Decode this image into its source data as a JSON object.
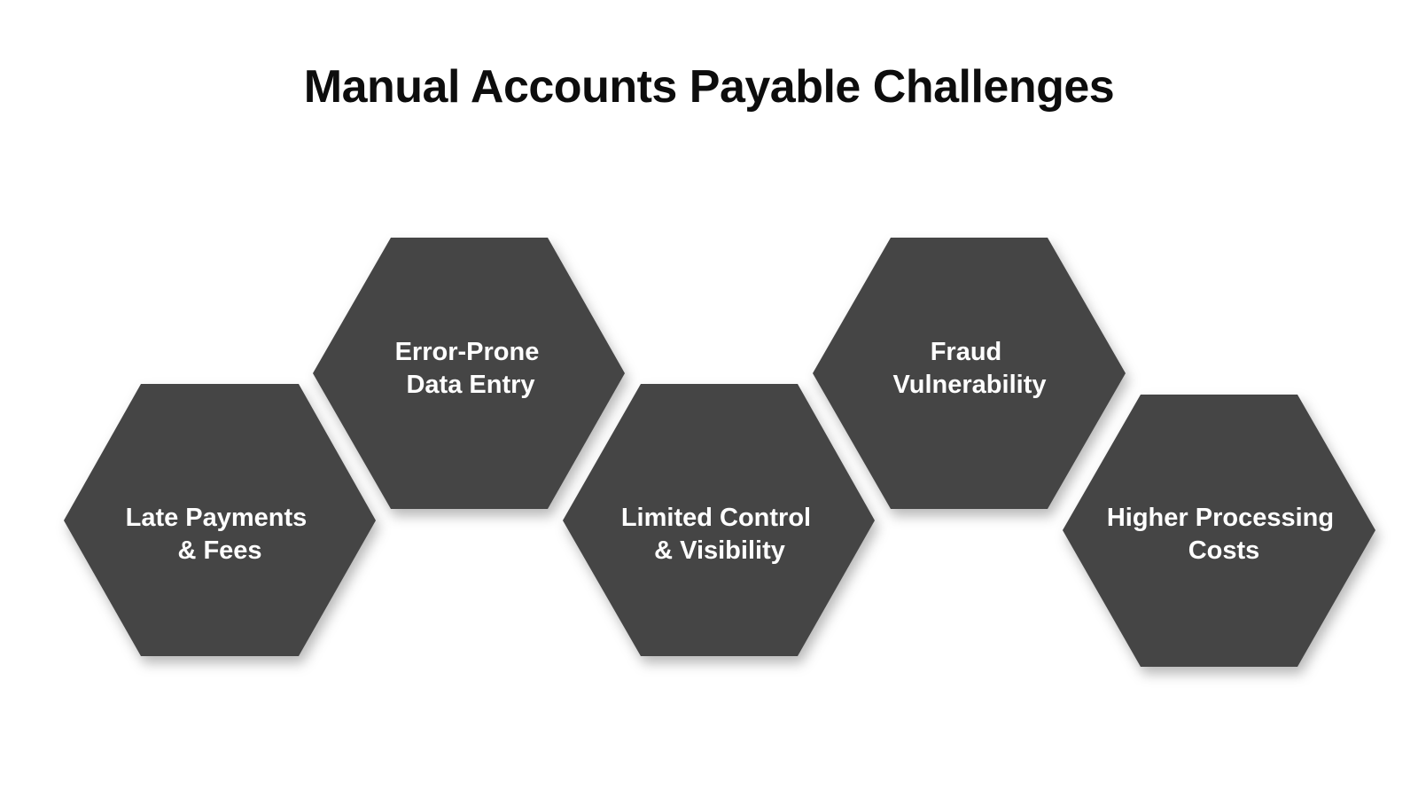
{
  "title": "Manual Accounts Payable Challenges",
  "colors": {
    "hexagon_fill": "#444444",
    "hexagon_text": "#ffffff",
    "title_text": "#0d0d0d",
    "background": "#ffffff"
  },
  "hexagons": [
    {
      "line1": "Late Payments",
      "line2": "& Fees"
    },
    {
      "line1": "Error-Prone",
      "line2": "Data Entry"
    },
    {
      "line1": "Limited Control",
      "line2": "& Visibility"
    },
    {
      "line1": "Fraud",
      "line2": "Vulnerability"
    },
    {
      "line1": "Higher Processing",
      "line2": "Costs"
    }
  ]
}
